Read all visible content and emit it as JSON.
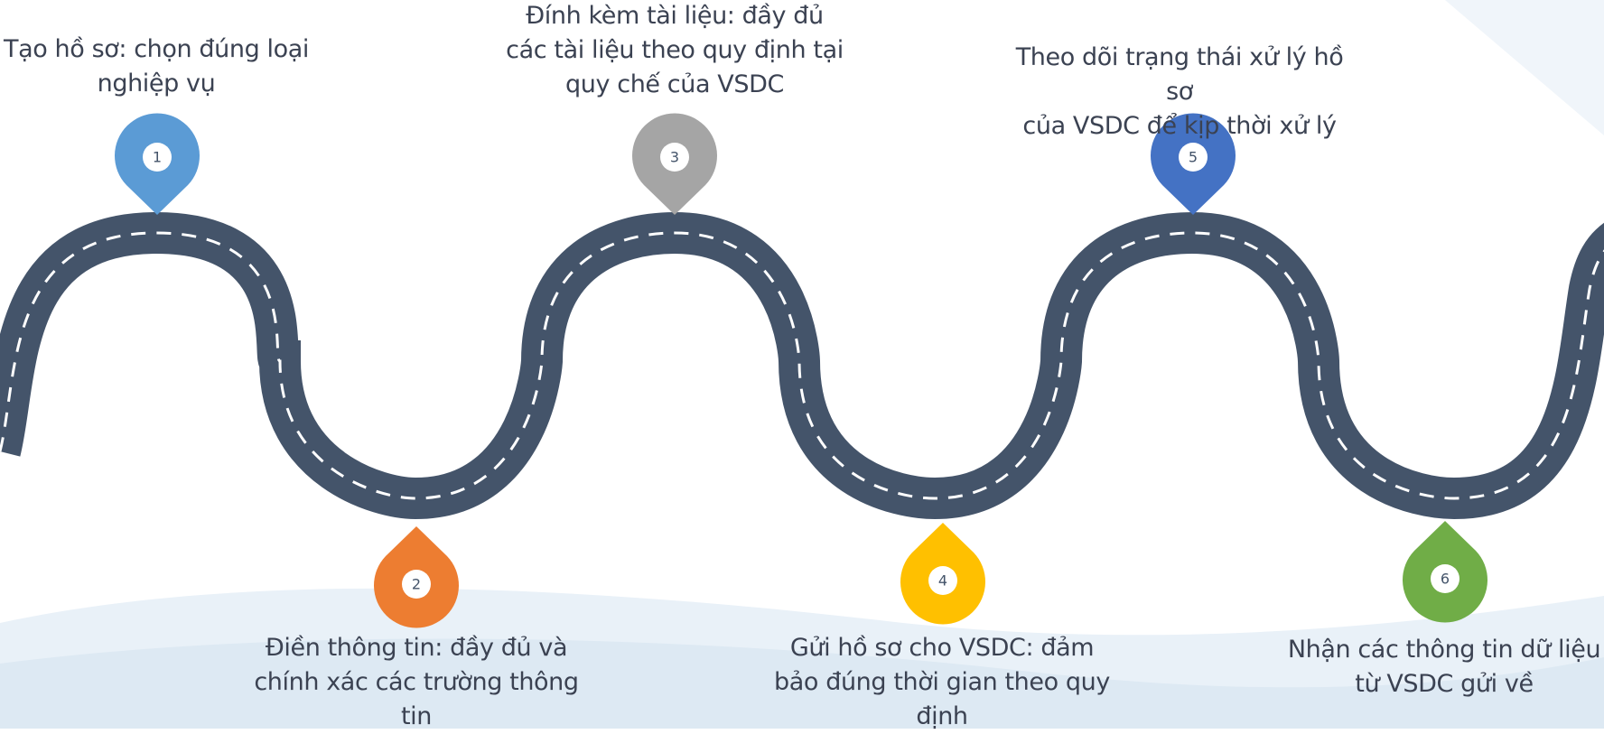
{
  "colors": {
    "road": "#44546a",
    "lane": "#ffffff",
    "text": "#3b4252",
    "background_wave": "#dde9f3"
  },
  "steps": [
    {
      "number": "1",
      "text": "Tạo hồ sơ: chọn đúng loại\nnghiệp vụ",
      "color": "#5b9bd5",
      "icon": "map-pin-icon"
    },
    {
      "number": "2",
      "text": "Điền thông tin: đầy đủ và\nchính xác các trường thông\ntin",
      "color": "#ed7d31",
      "icon": "map-pin-icon"
    },
    {
      "number": "3",
      "text": "Đính kèm tài liệu: đầy đủ\ncác tài liệu theo quy định tại\nquy chế của VSDC",
      "color": "#a5a5a5",
      "icon": "map-pin-icon"
    },
    {
      "number": "4",
      "text": "Gửi hồ sơ cho VSDC: đảm\nbảo đúng thời gian theo quy\nđịnh",
      "color": "#ffc000",
      "icon": "map-pin-icon"
    },
    {
      "number": "5",
      "text": "Theo dõi trạng thái xử lý hồ sơ\ncủa VSDC để kịp thời xử lý",
      "color": "#4472c4",
      "icon": "map-pin-icon"
    },
    {
      "number": "6",
      "text": "Nhận các thông tin dữ liệu\ntừ VSDC gửi về",
      "color": "#70ad47",
      "icon": "map-pin-icon"
    }
  ]
}
